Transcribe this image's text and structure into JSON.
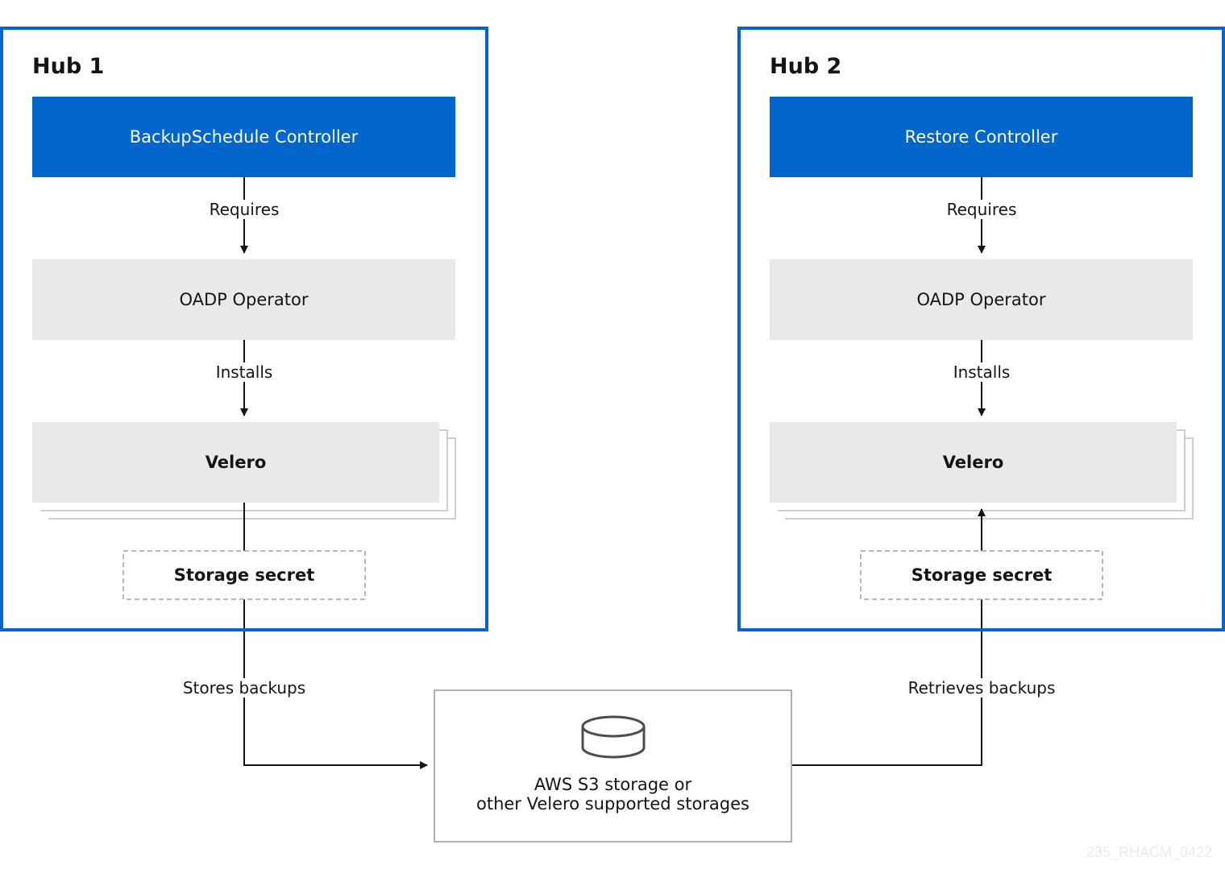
{
  "hub1": {
    "title": "Hub 1",
    "controller": "BackupSchedule Controller",
    "edge_requires": "Requires",
    "operator": "OADP Operator",
    "edge_installs": "Installs",
    "velero": "Velero",
    "secret": "Storage secret"
  },
  "hub2": {
    "title": "Hub 2",
    "controller": "Restore Controller",
    "edge_requires": "Requires",
    "operator": "OADP Operator",
    "edge_installs": "Installs",
    "velero": "Velero",
    "secret": "Storage secret"
  },
  "edges": {
    "stores": "Stores backups",
    "retrieves": "Retrieves backups"
  },
  "storage": {
    "line1": "AWS S3 storage or",
    "line2": "other Velero supported storages",
    "icon": "database-icon"
  },
  "watermark": "235_RHACM_0422",
  "colors": {
    "hub_border": "#0066cc",
    "controller_fill": "#0066cc",
    "component_fill": "#e9e9e9",
    "secret_border": "#b8b8b8"
  }
}
